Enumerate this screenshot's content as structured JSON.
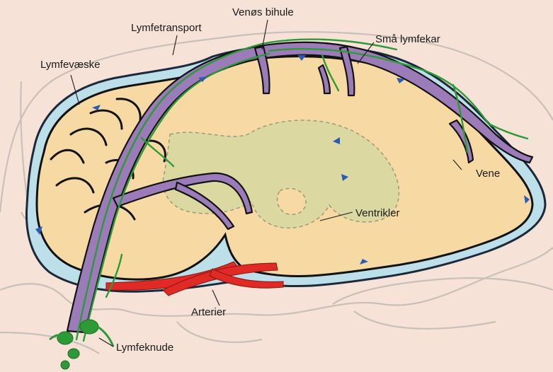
{
  "labels": {
    "venous_sinus": "Venøs bihule",
    "lymph_transport": "Lymfetransport",
    "small_lymph_vessels": "Små lymfekar",
    "lymph_fluid": "Lymfevæske",
    "vein": "Vene",
    "ventricles": "Ventrikler",
    "arteries": "Arterier",
    "lymph_node": "Lymfeknude"
  },
  "colors": {
    "background": "#f6e2d7",
    "skull_outline": "#c9c0ba",
    "meninges": "#bcdfe9",
    "brain": "#f7d9a4",
    "ventricles": "#dcd8a2",
    "veins": "#9b7bb8",
    "arteries": "#e02a26",
    "lymph_vessels": "#2c9a37",
    "flow_arrows": "#2a5bb5"
  }
}
